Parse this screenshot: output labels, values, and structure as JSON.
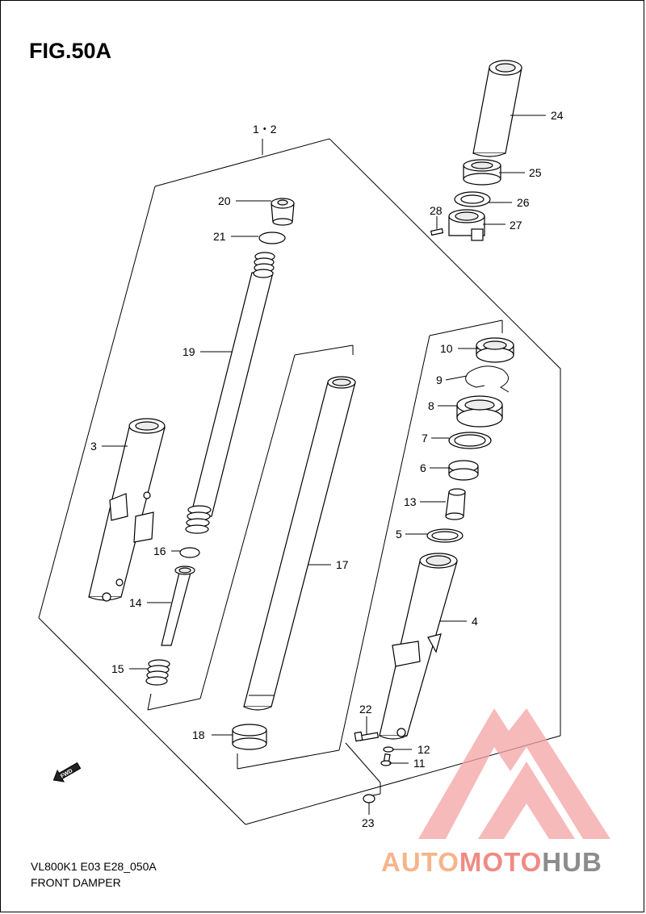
{
  "figure": {
    "title": "FIG.50A",
    "code": "VL800K1 E03 E28_050A",
    "caption": "FRONT DAMPER"
  },
  "callouts": {
    "assembly": "1・2",
    "p3": "3",
    "p4": "4",
    "p5": "5",
    "p6": "6",
    "p7": "7",
    "p8": "8",
    "p9": "9",
    "p10": "10",
    "p11": "11",
    "p12": "12",
    "p13": "13",
    "p14": "14",
    "p15": "15",
    "p16": "16",
    "p17": "17",
    "p18": "18",
    "p19": "19",
    "p20": "20",
    "p21": "21",
    "p22": "22",
    "p23": "23",
    "p24": "24",
    "p25": "25",
    "p26": "26",
    "p27": "27",
    "p28": "28"
  },
  "fwd": {
    "label": "FWD"
  },
  "watermark": {
    "part1": "AUTO",
    "part2": "MOTO",
    "part3": "HUB",
    "colors": {
      "auto": "#f6b48b",
      "moto": "#f08a84",
      "hub": "#8c8c8c",
      "logo": "#f4a3a3"
    }
  }
}
